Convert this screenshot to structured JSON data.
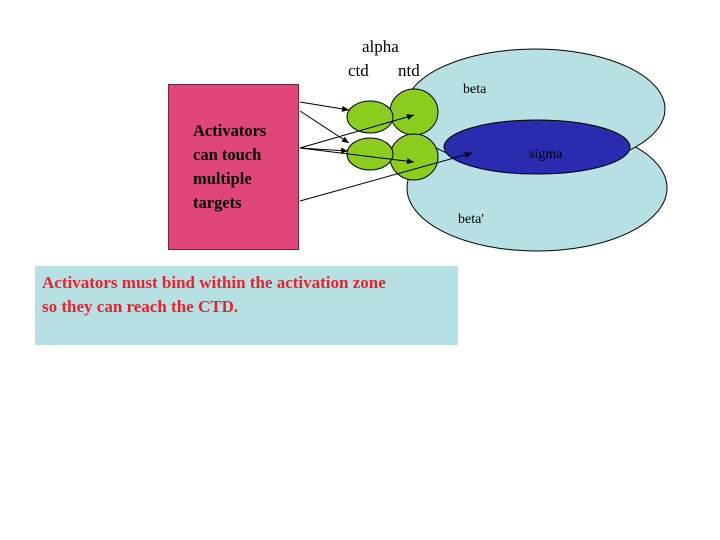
{
  "labels": {
    "alpha": "alpha",
    "ctd": "ctd",
    "ntd": "ntd",
    "beta": "beta",
    "beta_prime": "beta'",
    "sigma": "sigma"
  },
  "activator_box": {
    "lines": [
      "Activators",
      "can touch",
      "multiple",
      "targets"
    ]
  },
  "note": {
    "lines": [
      "Activators must bind within the activation zone",
      "so they can reach the CTD."
    ]
  },
  "colors": {
    "beta": "#b7e0e4",
    "sigma": "#2b2bb0",
    "alpha": "#8ccc1e",
    "activator_box": "#e0467a",
    "note_box": "#b7e0e4",
    "note_text": "#e8222b"
  }
}
